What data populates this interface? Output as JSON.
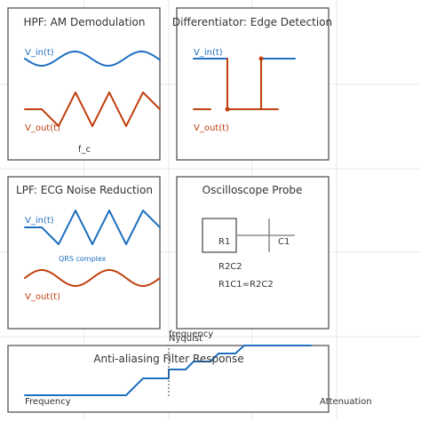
{
  "colors": {
    "input": "#1f6fbf",
    "output": "#c0400f",
    "frame": "#555555",
    "text": "#333333"
  },
  "panels": {
    "hpf": {
      "title": "HPF: AM Demodulation",
      "input_label": "V_in(t)",
      "output_label": "V_out(t)",
      "axis_label": "f_c"
    },
    "diff": {
      "title": "Differentiator: Edge Detection",
      "input_label": "V_in(t)",
      "output_label": "V_out(t)"
    },
    "lpf": {
      "title": "LPF: ECG Noise Reduction",
      "input_label": "V_in(t)",
      "annotation": "QRS complex",
      "output_label": "V_out(t)"
    },
    "probe": {
      "title": "Oscilloscope Probe",
      "r1_label": "R1",
      "c1_label": "C1",
      "r2c2_label": "R2C2",
      "equation": "R1C1=R2C2"
    },
    "aa": {
      "title": "Anti-aliasing Filter Response",
      "top_label": "frequency",
      "nyquist_label": "Nyquist",
      "x_label": "Frequency",
      "y_label": "Attenuation"
    }
  }
}
